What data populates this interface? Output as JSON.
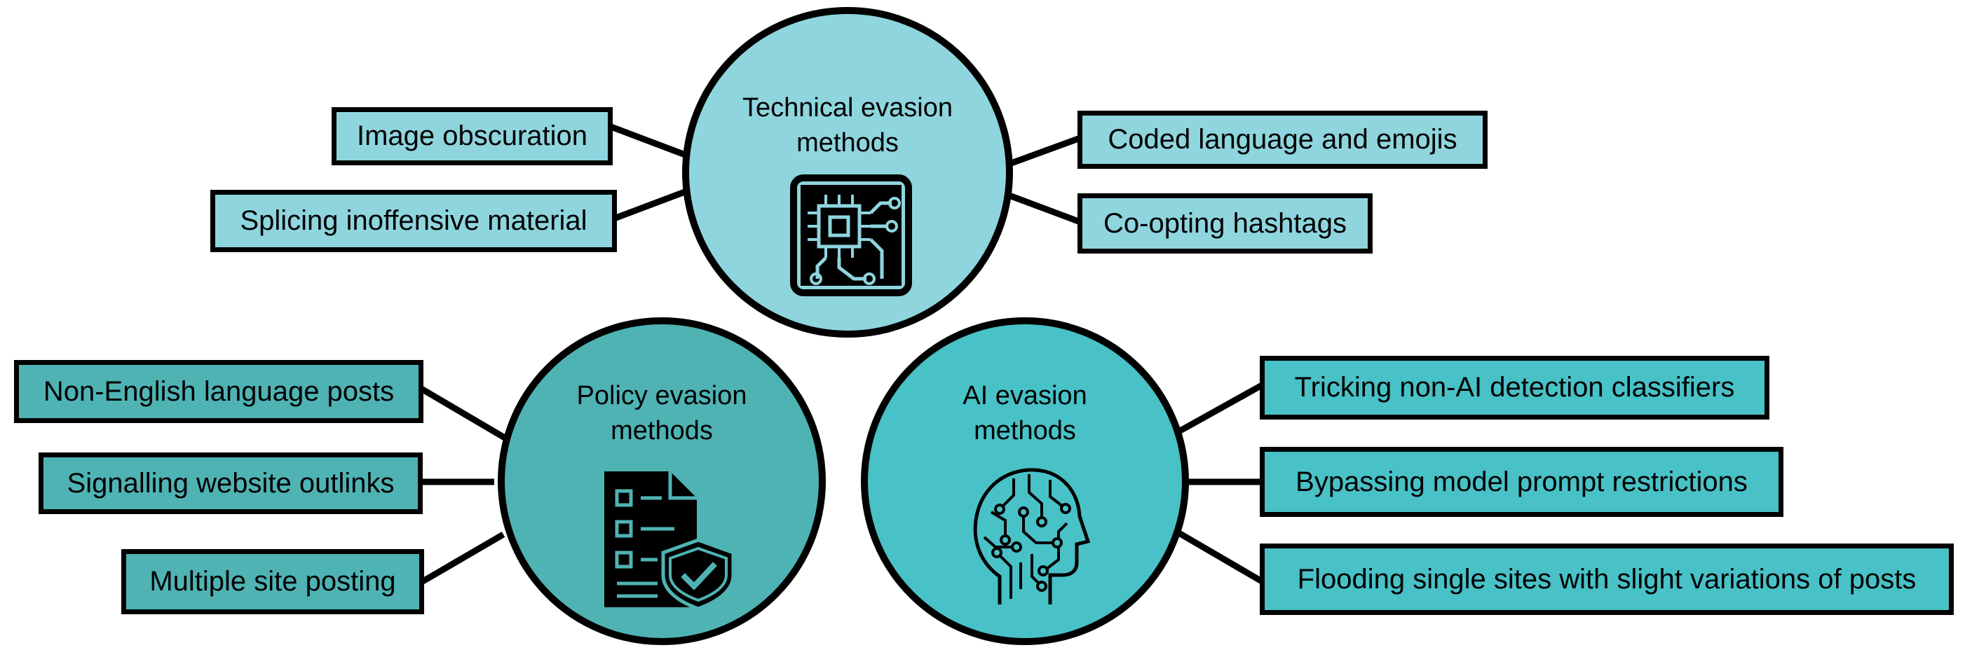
{
  "colors": {
    "technical": "#8fd5de",
    "policy": "#4fb3b4",
    "ai": "#48c1c7",
    "outline": "#000000"
  },
  "technical": {
    "title_line1": "Technical evasion",
    "title_line2": "methods",
    "icon": "circuit-chip-icon",
    "items": [
      "Image obscuration",
      "Splicing inoffensive material",
      "Coded language and emojis",
      "Co-opting hashtags"
    ]
  },
  "policy": {
    "title_line1": "Policy evasion",
    "title_line2": "methods",
    "icon": "document-shield-check-icon",
    "items": [
      "Non-English language posts",
      "Signalling website outlinks",
      "Multiple site posting"
    ]
  },
  "ai": {
    "title_line1": "AI evasion",
    "title_line2": "methods",
    "icon": "ai-head-circuit-icon",
    "items": [
      "Tricking non-AI detection classifiers",
      "Bypassing model prompt restrictions",
      "Flooding single sites with slight variations of posts"
    ]
  }
}
